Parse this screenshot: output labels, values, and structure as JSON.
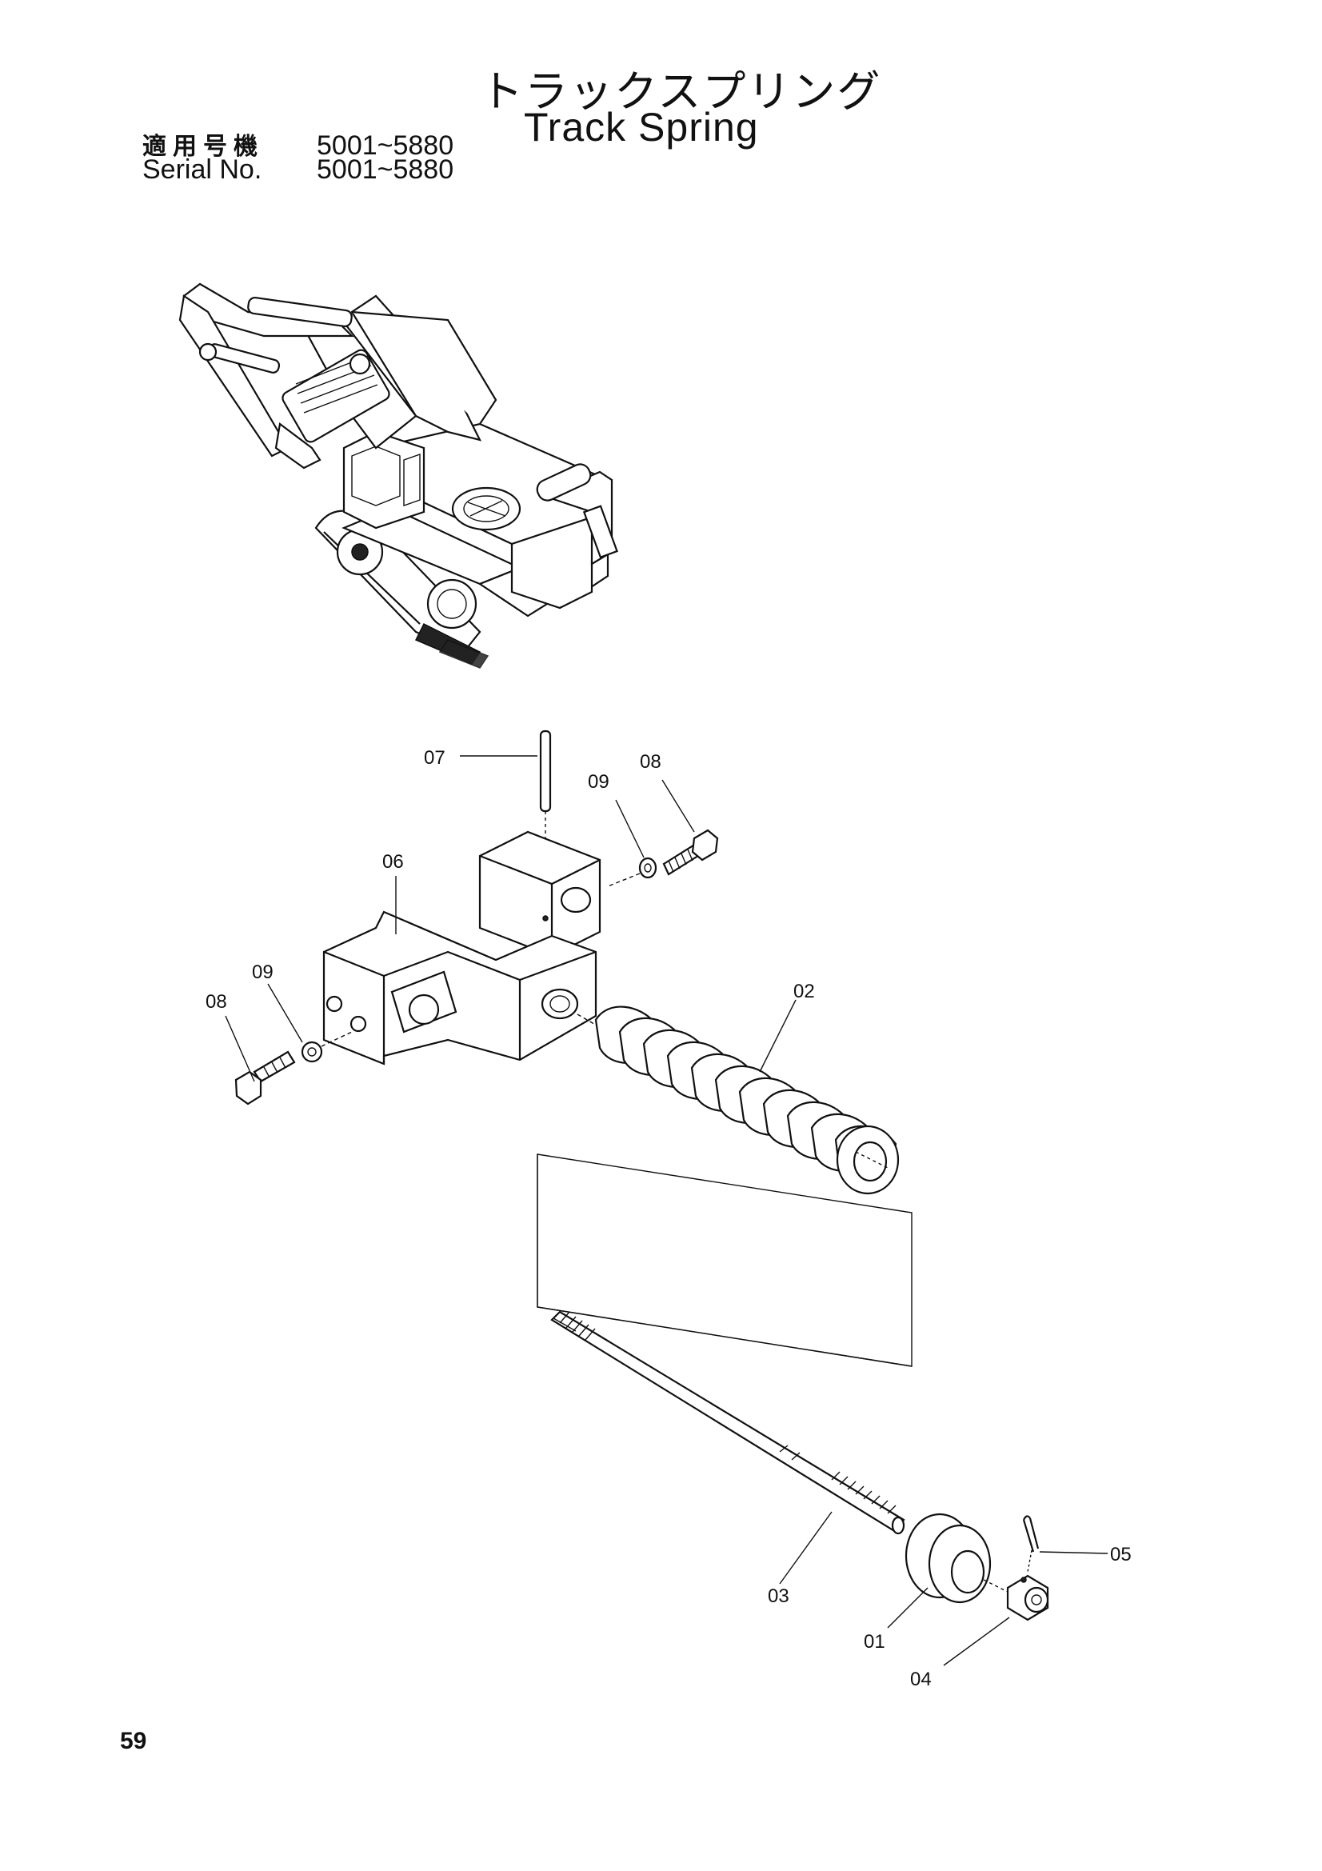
{
  "header": {
    "title_jp": "トラックスプリング",
    "title_en": "Track Spring",
    "serial_label_jp": "適用号機",
    "serial_label_en": "Serial No.",
    "serial_range_jp": "5001~5880",
    "serial_range_en": "5001~5880"
  },
  "callouts": {
    "p01": "01",
    "p02": "02",
    "p03": "03",
    "p04": "04",
    "p05": "05",
    "p06": "06",
    "p07": "07",
    "p08a": "08",
    "p08b": "08",
    "p09a": "09",
    "p09b": "09"
  },
  "footer": {
    "page_number": "59"
  }
}
